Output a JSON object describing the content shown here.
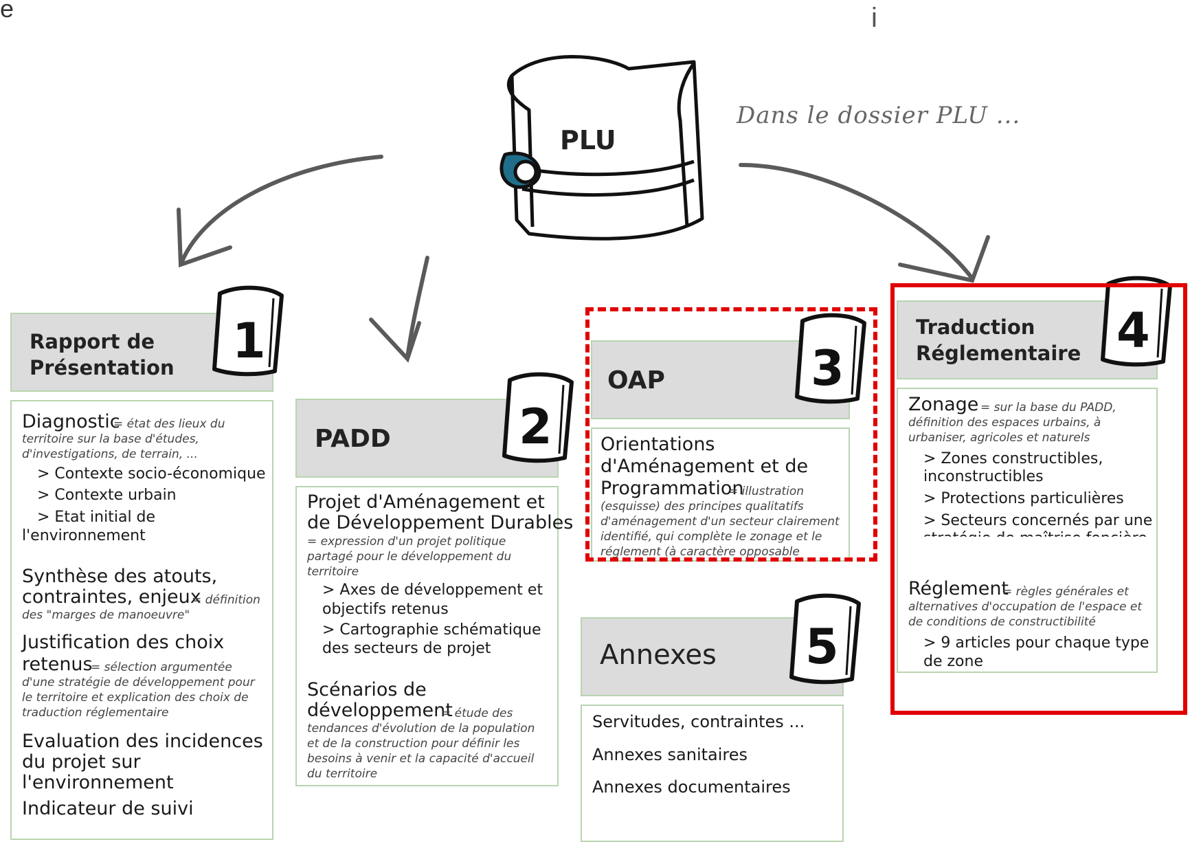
{
  "top_left_char": "e",
  "top_right_char": "i",
  "plu_label": "PLU",
  "subtitle": "Dans le dossier PLU ...",
  "boxes": {
    "b1": {
      "number": "1",
      "title_line1": "Rapport de",
      "title_line2": "Présentation",
      "diag_title": "Diagnostic",
      "diag_desc": [
        "= état des lieux du",
        "territoire sur la base d'études,",
        "d'investigations, de terrain, ..."
      ],
      "diag_items": [
        "> Contexte socio-économique",
        "> Contexte urbain",
        "> Etat initial de",
        "l'environnement"
      ],
      "synth_title": [
        "Synthèse des atouts,",
        "contraintes, enjeux"
      ],
      "synth_desc": [
        "= définition",
        "des \"marges de manoeuvre\""
      ],
      "justif_title": [
        "Justification des choix",
        "retenus"
      ],
      "justif_desc": [
        "= sélection argumentée",
        "d'une stratégie de développement pour",
        "le territoire et explication des choix de",
        "traduction réglementaire"
      ],
      "eval_title": [
        "Evaluation des incidences",
        "du projet sur",
        "l'environnement"
      ],
      "indic_title": "Indicateur de suivi"
    },
    "b2": {
      "number": "2",
      "title": "PADD",
      "projet_title": [
        "Projet d'Aménagement et",
        "de Développement Durables"
      ],
      "projet_desc": [
        "= expression d'un projet politique",
        "partagé pour le développement du",
        "territoire"
      ],
      "items": [
        "> Axes de développement et",
        "objectifs retenus",
        "> Cartographie schématique",
        "des secteurs de projet"
      ],
      "scen_title": [
        "Scénarios de",
        "développement"
      ],
      "scen_desc": [
        "= étude des",
        "tendances d'évolution de la population",
        "et de la construction pour définir les",
        "besoins à venir et la capacité d'accueil",
        "du territoire"
      ]
    },
    "b3": {
      "number": "3",
      "title": "OAP",
      "orient_title": [
        "Orientations",
        "d'Aménagement et de",
        "Programmation"
      ],
      "orient_desc": [
        "= illustration",
        "(esquisse) des principes qualitatifs",
        "d'aménagement d'un secteur clairement",
        "identifié, qui complète le zonage et le",
        "réglement (à caractère opposable"
      ]
    },
    "b4": {
      "number": "4",
      "title_line1": "Traduction",
      "title_line2": "Réglementaire",
      "zonage_title": "Zonage",
      "zonage_desc": [
        "= sur la base du PADD,",
        "définition des espaces urbains, à",
        "urbaniser, agricoles et naturels"
      ],
      "zonage_items": [
        "> Zones constructibles,",
        "inconstructibles",
        "> Protections particulières",
        "> Secteurs concernés par une",
        "stratégie de maîtrise foncière"
      ],
      "regl_title": "Réglement",
      "regl_desc": [
        "= règles générales et",
        "alternatives d'occupation de l'espace et",
        "de conditions de constructibilité"
      ],
      "regl_items": [
        "> 9 articles pour chaque type",
        "de zone"
      ]
    },
    "b5": {
      "number": "5",
      "title": "Annexes",
      "items": [
        "Servitudes, contraintes ...",
        "Annexes sanitaires",
        "Annexes documentaires"
      ]
    }
  },
  "colors": {
    "highlight_red": "#e10000",
    "header_grey": "#dcdcdc",
    "panel_border": "#b9d4b0",
    "arrow": "#5a5a5a"
  }
}
